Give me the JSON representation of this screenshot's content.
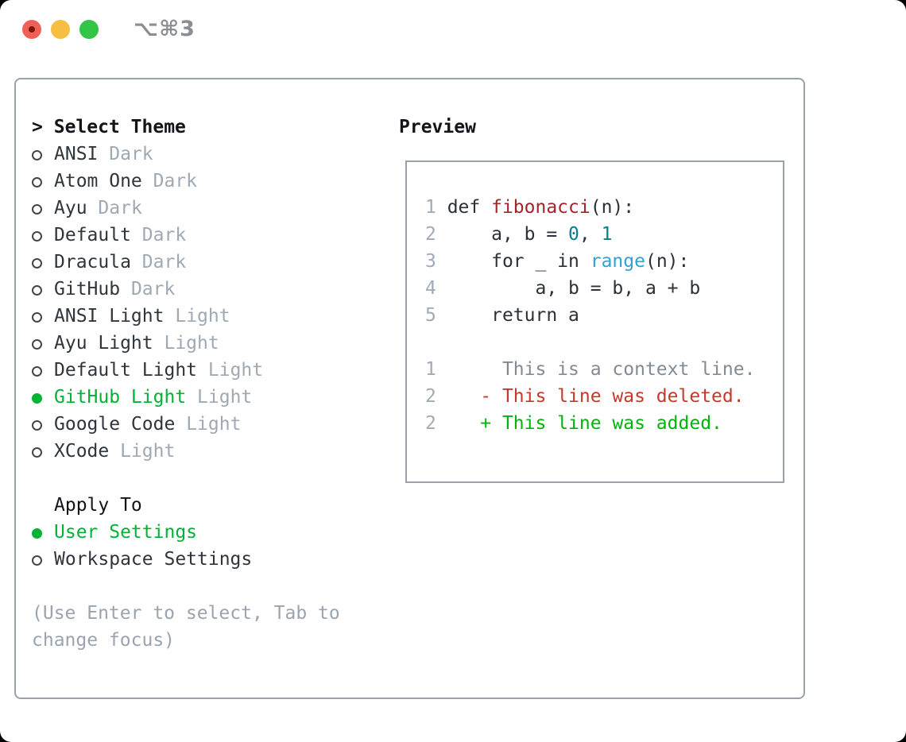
{
  "window": {
    "title": "⌥⌘3"
  },
  "titlebar": {
    "buttons": [
      {
        "name": "close-button"
      },
      {
        "name": "minimize-button"
      },
      {
        "name": "zoom-button"
      }
    ]
  },
  "theme_panel": {
    "header": {
      "prefix": ">",
      "label": "Select Theme"
    },
    "items": [
      {
        "name": "ANSI",
        "variant": "Dark",
        "selected": false
      },
      {
        "name": "Atom One",
        "variant": "Dark",
        "selected": false
      },
      {
        "name": "Ayu",
        "variant": "Dark",
        "selected": false
      },
      {
        "name": "Default",
        "variant": "Dark",
        "selected": false
      },
      {
        "name": "Dracula",
        "variant": "Dark",
        "selected": false
      },
      {
        "name": "GitHub",
        "variant": "Dark",
        "selected": false
      },
      {
        "name": "ANSI Light",
        "variant": "Light",
        "selected": false
      },
      {
        "name": "Ayu Light",
        "variant": "Light",
        "selected": false
      },
      {
        "name": "Default Light",
        "variant": "Light",
        "selected": false
      },
      {
        "name": "GitHub Light",
        "variant": "Light",
        "selected": true
      },
      {
        "name": "Google Code",
        "variant": "Light",
        "selected": false
      },
      {
        "name": "XCode",
        "variant": "Light",
        "selected": false
      }
    ],
    "apply_to": {
      "label": "Apply To",
      "options": [
        {
          "label": "User Settings",
          "selected": true
        },
        {
          "label": "Workspace Settings",
          "selected": false
        }
      ]
    },
    "help_lines": [
      "(Use Enter to select, Tab to",
      "change focus)"
    ]
  },
  "preview": {
    "label": "Preview",
    "code_lines": [
      {
        "num": "1",
        "segments": [
          {
            "t": "def ",
            "c": "fg"
          },
          {
            "t": "fibonacci",
            "c": "func"
          },
          {
            "t": "(n):",
            "c": "fg"
          }
        ]
      },
      {
        "num": "2",
        "segments": [
          {
            "t": "    a, b = ",
            "c": "fg"
          },
          {
            "t": "0",
            "c": "num"
          },
          {
            "t": ", ",
            "c": "fg"
          },
          {
            "t": "1",
            "c": "num"
          }
        ]
      },
      {
        "num": "3",
        "segments": [
          {
            "t": "    for _ in ",
            "c": "fg"
          },
          {
            "t": "range",
            "c": "builtin"
          },
          {
            "t": "(n):",
            "c": "fg"
          }
        ]
      },
      {
        "num": "4",
        "segments": [
          {
            "t": "        a, b = b, a + b",
            "c": "fg"
          }
        ]
      },
      {
        "num": "5",
        "segments": [
          {
            "t": "    return a",
            "c": "fg"
          }
        ]
      },
      {
        "num": "",
        "segments": []
      },
      {
        "num": "1",
        "segments": [
          {
            "t": "     This is a context line.",
            "c": "context"
          }
        ]
      },
      {
        "num": "2",
        "segments": [
          {
            "t": "   - This line was deleted.",
            "c": "deleted"
          }
        ]
      },
      {
        "num": "2",
        "segments": [
          {
            "t": "   + This line was added.",
            "c": "added"
          }
        ]
      }
    ]
  },
  "colors": {
    "fg": "#2b3138",
    "func": "#a6232b",
    "num": "#0e7c8c",
    "builtin": "#2ea2d8",
    "context": "#828b95",
    "deleted": "#c5392a",
    "added": "#00b40b",
    "selection_green": "#00b236",
    "line_number": "#a2aab6",
    "muted": "#9aa4b0",
    "border": "#99a2ac",
    "traffic_red": "#ef6156",
    "traffic_red_dot": "#7e150c",
    "traffic_yellow": "#f6bf41",
    "traffic_green": "#32c546",
    "title_gray": "#8b8e92"
  }
}
